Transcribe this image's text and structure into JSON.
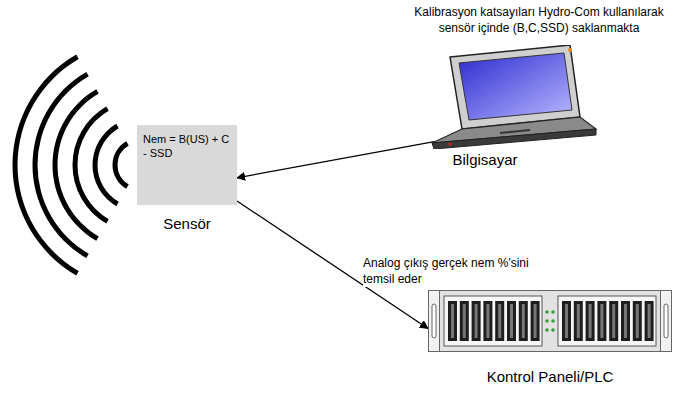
{
  "diagram": {
    "nodes": [
      {
        "text": [
          "Nem = B(US) + C - SSD",
          "Sensör"
        ]
      },
      {
        "text": [
          "Bilgisayar"
        ]
      },
      {
        "text": [
          "Kontrol Paneli/PLC"
        ]
      }
    ],
    "edges": [
      {
        "from": 1,
        "to": 0,
        "arrow": "to"
      },
      {
        "from": 0,
        "to": 2,
        "arrow": "to",
        "label": "Analog çıkış gerçek nem %'sini temsil eder"
      }
    ],
    "labels": [
      "Kalibrasyon katsayıları Hydro-Com kullanılarak sensör içinde (B,C,SSD) saklanmakta"
    ]
  }
}
